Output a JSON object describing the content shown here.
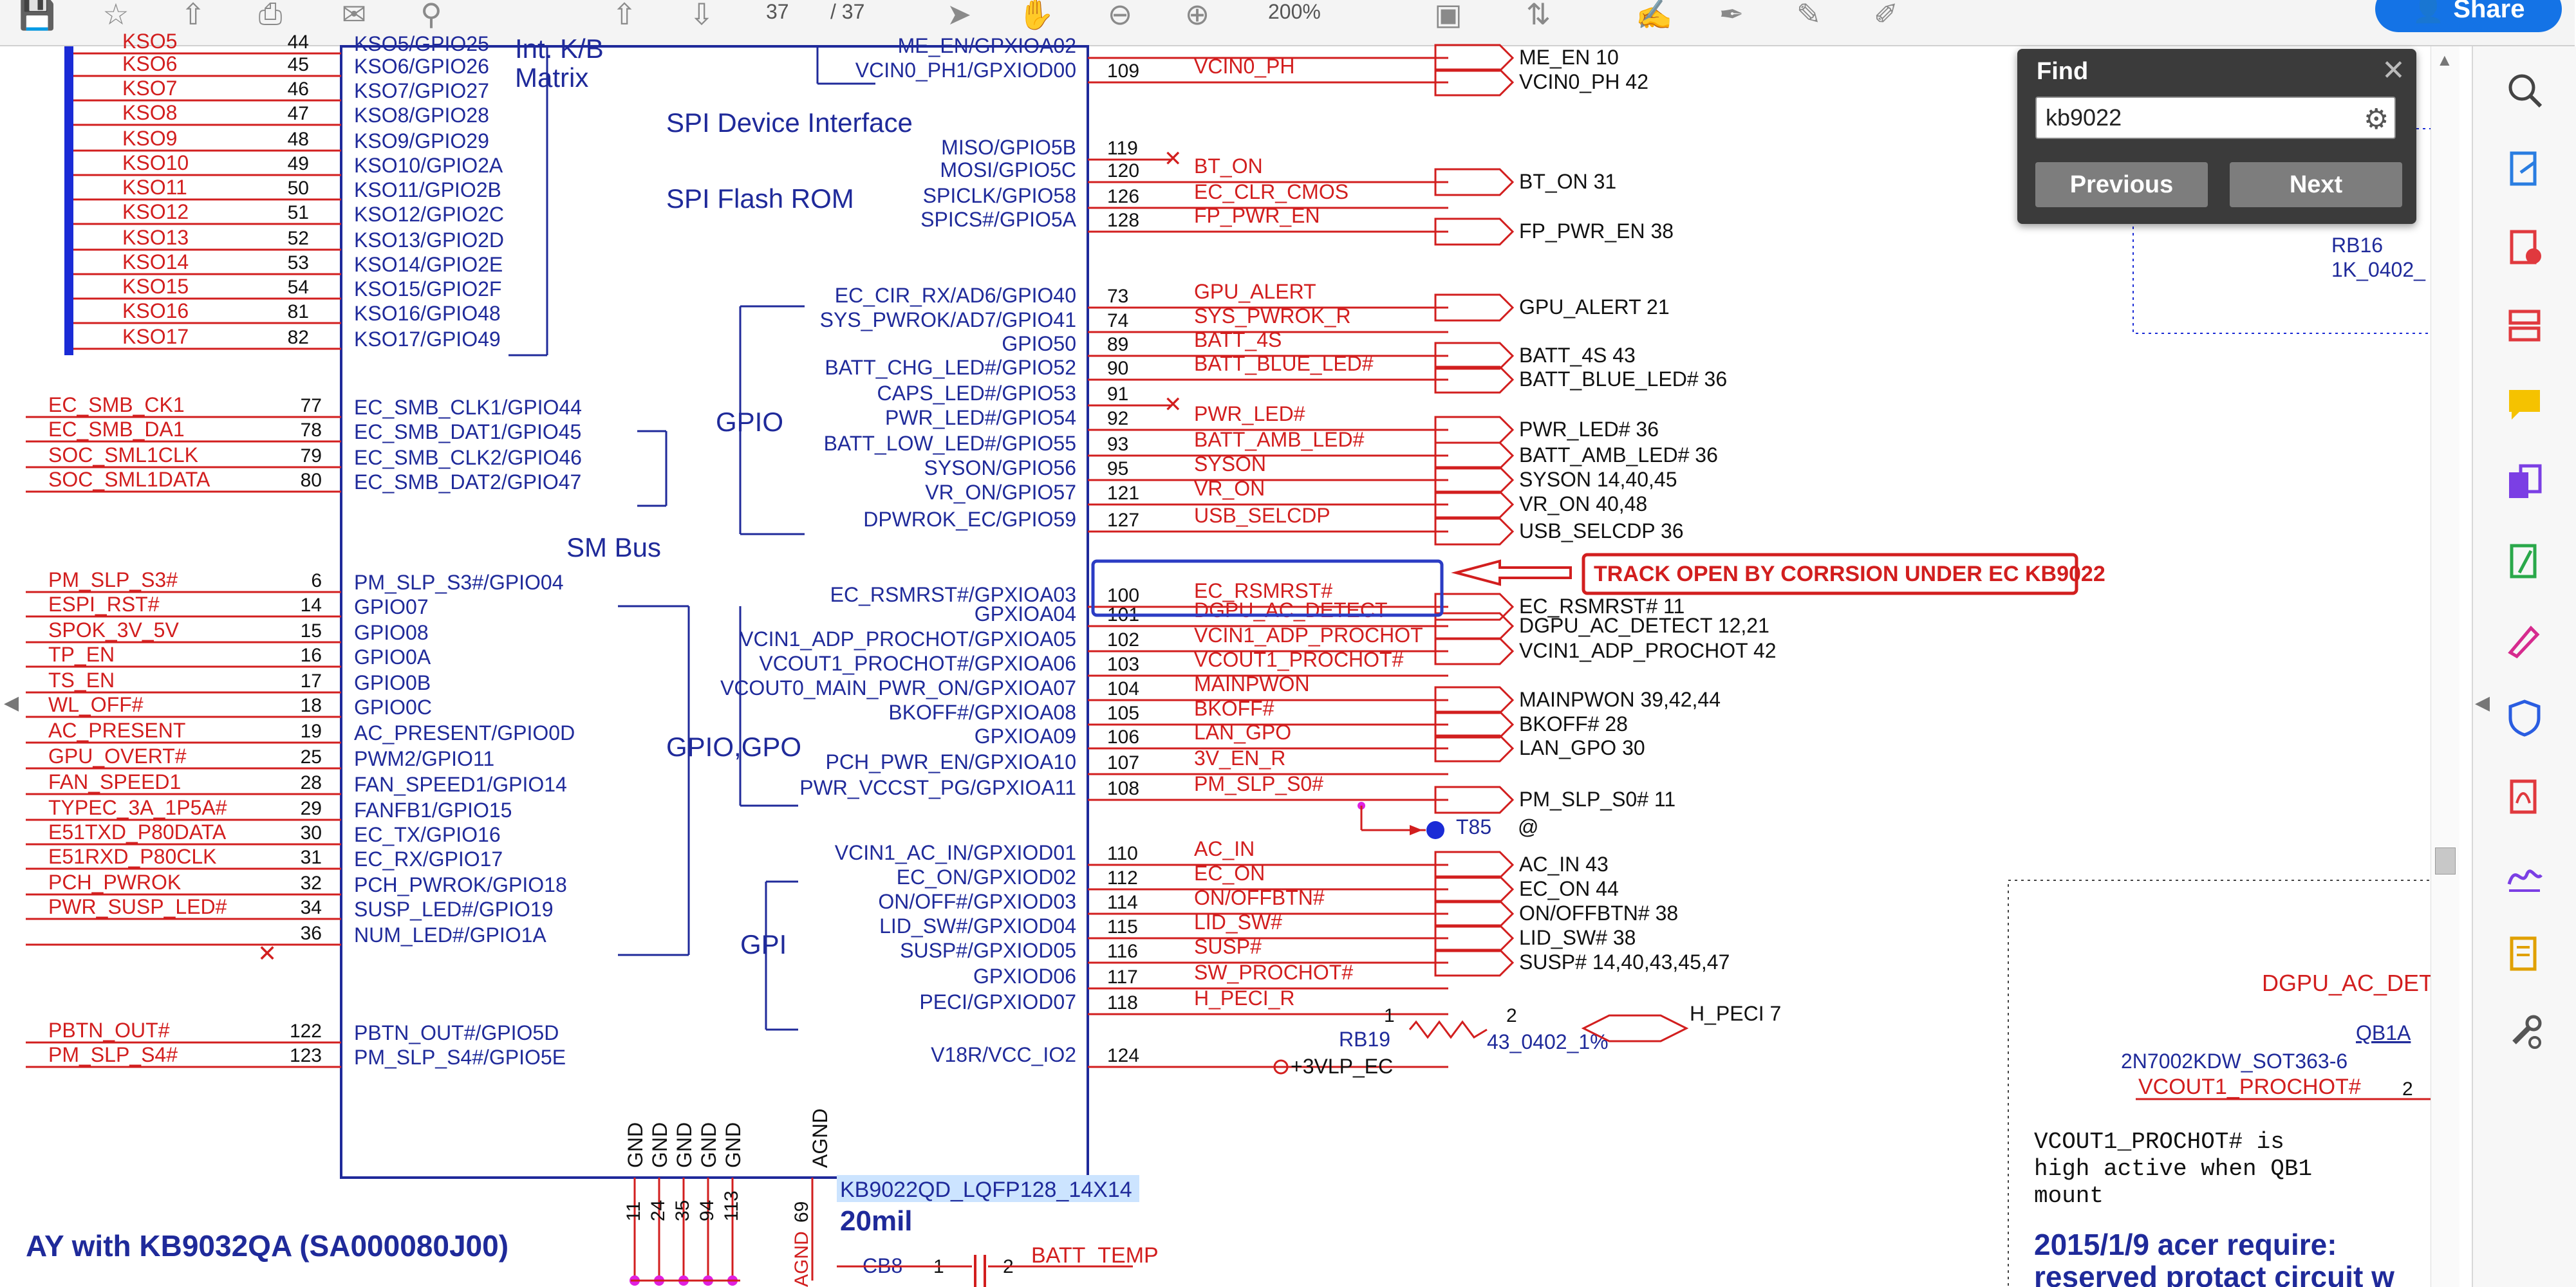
{
  "toolbar": {
    "page_current": "37",
    "page_total": "/ 37",
    "zoom": "200%",
    "share_label": "Share",
    "icons": [
      "save-icon",
      "star-icon",
      "upload-icon",
      "print-icon",
      "mail-icon",
      "zoom-search-icon",
      "prev-page-icon",
      "next-page-icon",
      "select-arrow-icon",
      "hand-icon",
      "zoom-out-icon",
      "zoom-in-icon",
      "fit-page-icon",
      "scroll-mode-icon",
      "comment-icon",
      "highlight-icon",
      "draw-icon",
      "sign-icon"
    ]
  },
  "find": {
    "title": "Find",
    "query": "kb9022",
    "previous_label": "Previous",
    "next_label": "Next"
  },
  "right_rail": {
    "icons": [
      "search-tool-icon",
      "export-pdf-icon",
      "create-pdf-icon",
      "organize-pages-icon",
      "comment-tool-icon",
      "combine-files-icon",
      "edit-pdf-icon",
      "fill-sign-icon",
      "protect-icon",
      "pdf-icon",
      "signature-icon",
      "request-sign-icon",
      "more-tools-icon"
    ]
  },
  "schematic": {
    "left_signals": [
      {
        "net": "KSO5",
        "pin": "44",
        "chip": "KSO5/GPIO25"
      },
      {
        "net": "KSO6",
        "pin": "45",
        "chip": "KSO6/GPIO26"
      },
      {
        "net": "KSO7",
        "pin": "46",
        "chip": "KSO7/GPIO27"
      },
      {
        "net": "KSO8",
        "pin": "47",
        "chip": "KSO8/GPIO28"
      },
      {
        "net": "KSO9",
        "pin": "48",
        "chip": "KSO9/GPIO29"
      },
      {
        "net": "KSO10",
        "pin": "49",
        "chip": "KSO10/GPIO2A"
      },
      {
        "net": "KSO11",
        "pin": "50",
        "chip": "KSO11/GPIO2B"
      },
      {
        "net": "KSO12",
        "pin": "51",
        "chip": "KSO12/GPIO2C"
      },
      {
        "net": "KSO13",
        "pin": "52",
        "chip": "KSO13/GPIO2D"
      },
      {
        "net": "KSO14",
        "pin": "53",
        "chip": "KSO14/GPIO2E"
      },
      {
        "net": "KSO15",
        "pin": "54",
        "chip": "KSO15/GPIO2F"
      },
      {
        "net": "KSO16",
        "pin": "81",
        "chip": "KSO16/GPIO48"
      },
      {
        "net": "KSO17",
        "pin": "82",
        "chip": "KSO17/GPIO49"
      },
      {
        "net": "EC_SMB_CK1",
        "pin": "77",
        "chip": "EC_SMB_CLK1/GPIO44"
      },
      {
        "net": "EC_SMB_DA1",
        "pin": "78",
        "chip": "EC_SMB_DAT1/GPIO45"
      },
      {
        "net": "SOC_SML1CLK",
        "pin": "79",
        "chip": "EC_SMB_CLK2/GPIO46"
      },
      {
        "net": "SOC_SML1DATA",
        "pin": "80",
        "chip": "EC_SMB_DAT2/GPIO47"
      },
      {
        "net": "PM_SLP_S3#",
        "pin": "6",
        "chip": "PM_SLP_S3#/GPIO04"
      },
      {
        "net": "ESPI_RST#",
        "pin": "14",
        "chip": "GPIO07"
      },
      {
        "net": "SPOK_3V_5V",
        "pin": "15",
        "chip": "GPIO08"
      },
      {
        "net": "TP_EN",
        "pin": "16",
        "chip": "GPIO0A"
      },
      {
        "net": "TS_EN",
        "pin": "17",
        "chip": "GPIO0B"
      },
      {
        "net": "WL_OFF#",
        "pin": "18",
        "chip": "GPIO0C"
      },
      {
        "net": "AC_PRESENT",
        "pin": "19",
        "chip": "AC_PRESENT/GPIO0D"
      },
      {
        "net": "GPU_OVERT#",
        "pin": "25",
        "chip": "PWM2/GPIO11"
      },
      {
        "net": "FAN_SPEED1",
        "pin": "28",
        "chip": "FAN_SPEED1/GPIO14"
      },
      {
        "net": "TYPEC_3A_1P5A#",
        "pin": "29",
        "chip": "FANFB1/GPIO15"
      },
      {
        "net": "E51TXD_P80DATA",
        "pin": "30",
        "chip": "EC_TX/GPIO16"
      },
      {
        "net": "E51RXD_P80CLK",
        "pin": "31",
        "chip": "EC_RX/GPIO17"
      },
      {
        "net": "PCH_PWROK",
        "pin": "32",
        "chip": "PCH_PWROK/GPIO18"
      },
      {
        "net": "PWR_SUSP_LED#",
        "pin": "34",
        "chip": "SUSP_LED#/GPIO19"
      },
      {
        "net": "",
        "pin": "36",
        "chip": "NUM_LED#/GPIO1A"
      },
      {
        "net": "PBTN_OUT#",
        "pin": "122",
        "chip": "PBTN_OUT#/GPIO5D"
      },
      {
        "net": "PM_SLP_S4#",
        "pin": "123",
        "chip": "PM_SLP_S4#/GPIO5E"
      }
    ],
    "right_signals": [
      {
        "chip": "ME_EN/GPXIOA02",
        "pin": "",
        "net": "",
        "out": "ME_EN   10"
      },
      {
        "chip": "VCIN0_PH1/GPXIOD00",
        "pin": "109",
        "net": "VCIN0_PH",
        "out": "VCIN0_PH   42"
      },
      {
        "chip": "MISO/GPIO5B",
        "pin": "119",
        "net": "",
        "out": ""
      },
      {
        "chip": "MOSI/GPIO5C",
        "pin": "120",
        "net": "BT_ON",
        "out": "BT_ON   31"
      },
      {
        "chip": "SPICLK/GPIO58",
        "pin": "126",
        "net": "EC_CLR_CMOS",
        "out": ""
      },
      {
        "chip": "SPICS#/GPIO5A",
        "pin": "128",
        "net": "FP_PWR_EN",
        "out": "FP_PWR_EN   38"
      },
      {
        "chip": "EC_CIR_RX/AD6/GPIO40",
        "pin": "73",
        "net": "GPU_ALERT",
        "out": "GPU_ALERT   21"
      },
      {
        "chip": "SYS_PWROK/AD7/GPIO41",
        "pin": "74",
        "net": "SYS_PWROK_R",
        "out": ""
      },
      {
        "chip": "GPIO50",
        "pin": "89",
        "net": "BATT_4S",
        "out": "BATT_4S   43"
      },
      {
        "chip": "BATT_CHG_LED#/GPIO52",
        "pin": "90",
        "net": "BATT_BLUE_LED#",
        "out": "BATT_BLUE_LED#   36"
      },
      {
        "chip": "CAPS_LED#/GPIO53",
        "pin": "91",
        "net": "",
        "out": ""
      },
      {
        "chip": "PWR_LED#/GPIO54",
        "pin": "92",
        "net": "PWR_LED#",
        "out": "PWR_LED#   36"
      },
      {
        "chip": "BATT_LOW_LED#/GPIO55",
        "pin": "93",
        "net": "BATT_AMB_LED#",
        "out": "BATT_AMB_LED#   36"
      },
      {
        "chip": "SYSON/GPIO56",
        "pin": "95",
        "net": "SYSON",
        "out": "SYSON   14,40,45"
      },
      {
        "chip": "VR_ON/GPIO57",
        "pin": "121",
        "net": "VR_ON",
        "out": "VR_ON   40,48"
      },
      {
        "chip": "DPWROK_EC/GPIO59",
        "pin": "127",
        "net": "USB_SELCDP",
        "out": "USB_SELCDP   36"
      },
      {
        "chip": "EC_RSMRST#/GPXIOA03",
        "pin": "100",
        "net": "EC_RSMRST#",
        "out": "EC_RSMRST#   11"
      },
      {
        "chip": "GPXIOA04",
        "pin": "101",
        "net": "DGPU_AC_DETECT",
        "out": "DGPU_AC_DETECT   12,21"
      },
      {
        "chip": "VCIN1_ADP_PROCHOT/GPXIOA05",
        "pin": "102",
        "net": "VCIN1_ADP_PROCHOT",
        "out": "VCIN1_ADP_PROCHOT   42"
      },
      {
        "chip": "VCOUT1_PROCHOT#/GPXIOA06",
        "pin": "103",
        "net": "VCOUT1_PROCHOT#",
        "out": ""
      },
      {
        "chip": "VCOUT0_MAIN_PWR_ON/GPXIOA07",
        "pin": "104",
        "net": "MAINPWON",
        "out": "MAINPWON   39,42,44"
      },
      {
        "chip": "BKOFF#/GPXIOA08",
        "pin": "105",
        "net": "BKOFF#",
        "out": "BKOFF#   28"
      },
      {
        "chip": "GPXIOA09",
        "pin": "106",
        "net": "LAN_GPO",
        "out": "LAN_GPO   30"
      },
      {
        "chip": "PCH_PWR_EN/GPXIOA10",
        "pin": "107",
        "net": "3V_EN_R",
        "out": ""
      },
      {
        "chip": "PWR_VCCST_PG/GPXIOA11",
        "pin": "108",
        "net": "PM_SLP_S0#",
        "out": "PM_SLP_S0#   11"
      },
      {
        "chip": "VCIN1_AC_IN/GPXIOD01",
        "pin": "110",
        "net": "AC_IN",
        "out": "AC_IN   43"
      },
      {
        "chip": "EC_ON/GPXIOD02",
        "pin": "112",
        "net": "EC_ON",
        "out": "EC_ON   44"
      },
      {
        "chip": "ON/OFF#/GPXIOD03",
        "pin": "114",
        "net": "ON/OFFBTN#",
        "out": "ON/OFFBTN#   38"
      },
      {
        "chip": "LID_SW#/GPXIOD04",
        "pin": "115",
        "net": "LID_SW#",
        "out": "LID_SW#   38"
      },
      {
        "chip": "SUSP#/GPXIOD05",
        "pin": "116",
        "net": "SUSP#",
        "out": "SUSP#   14,40,43,45,47"
      },
      {
        "chip": "GPXIOD06",
        "pin": "117",
        "net": "SW_PROCHOT#",
        "out": ""
      },
      {
        "chip": "PECI/GPXIOD07",
        "pin": "118",
        "net": "H_PECI_R",
        "out": "H_PECI   7"
      },
      {
        "chip": "V18R/VCC_IO2",
        "pin": "124",
        "net": "",
        "out": "+3VLP_EC"
      }
    ],
    "group_labels": {
      "kb_matrix_1": "Int. K/B",
      "kb_matrix_2": "Matrix",
      "spi_device": "SPI Device Interface",
      "spi_flash": "SPI Flash ROM",
      "gpio": "GPIO",
      "sm_bus": "SM Bus",
      "gpio_gpo": "GPIO,GPO",
      "gpi": "GPI"
    },
    "gnd_pins": [
      {
        "label": "GND",
        "pin": "11"
      },
      {
        "label": "GND",
        "pin": "24"
      },
      {
        "label": "GND",
        "pin": "35"
      },
      {
        "label": "GND",
        "pin": "94"
      },
      {
        "label": "GND",
        "pin": "113"
      }
    ],
    "agnd": {
      "label": "AGND",
      "pin": "69",
      "net": "AGND"
    },
    "part_number": "KB9022QD_LQFP128_14X14",
    "trace_width": "20mil",
    "bottom_left_title": "AY with KB9032QA (SA000080J00)",
    "cb8": {
      "ref": "CB8",
      "pin1": "1",
      "pin2": "2",
      "net": "BATT_TEMP"
    },
    "annotation": "TRACK OPEN BY CORRSION UNDER EC KB9022",
    "rb19": {
      "ref": "RB19",
      "value": "43_0402_1%",
      "pin1": "1",
      "pin2": "2"
    },
    "t85": {
      "ref": "T85",
      "mark": "@"
    },
    "rb16": {
      "ref": "RB16",
      "value": "1K_0402_"
    },
    "right_panel": {
      "dgpu": "DGPU_AC_DET",
      "qb1a": "QB1A",
      "part": "2N7002KDW_SOT363-6",
      "vcout": "VCOUT1_PROCHOT#",
      "pin": "2",
      "note_1": "VCOUT1_PROCHOT#  is",
      "note_2": "high active when QB1",
      "note_3": "mount",
      "note_4": "2015/1/9 acer require:",
      "note_5": "reserved protact circuit w"
    }
  },
  "colors": {
    "wire": "#d21e1e",
    "text_blue": "#1f2a9a",
    "highlight_box": "#2b3cc4",
    "bus_blue": "#1a2bd6",
    "share_blue": "#1473e6"
  }
}
